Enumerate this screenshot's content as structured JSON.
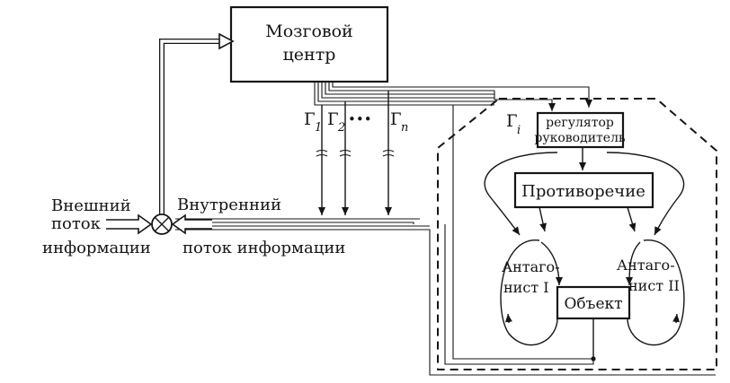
{
  "diagram": {
    "brain_center": {
      "line1": "Мозговой",
      "line2": "центр"
    },
    "gamma_1": "Г",
    "gamma_1_sub": "1",
    "gamma_2": "Г",
    "gamma_2_sub": "2",
    "gamma_dots": "•••",
    "gamma_n": "Г",
    "gamma_n_sub": "n",
    "gamma_i": "Г",
    "gamma_i_sub": "i",
    "regulator": {
      "line1": "регулятор",
      "line2": "руководитель"
    },
    "contradiction": "Противоречие",
    "antagonist_1": {
      "line1": "Антаго-",
      "line2": "нист I"
    },
    "antagonist_2": {
      "line1": "Антаго-",
      "line2": "нист II"
    },
    "object": "Объект",
    "external_flow": {
      "line1": "Внешний",
      "line2": "поток",
      "line3": "информации"
    },
    "internal_flow": {
      "line1": "Внутренний",
      "line2": "поток информации"
    }
  }
}
